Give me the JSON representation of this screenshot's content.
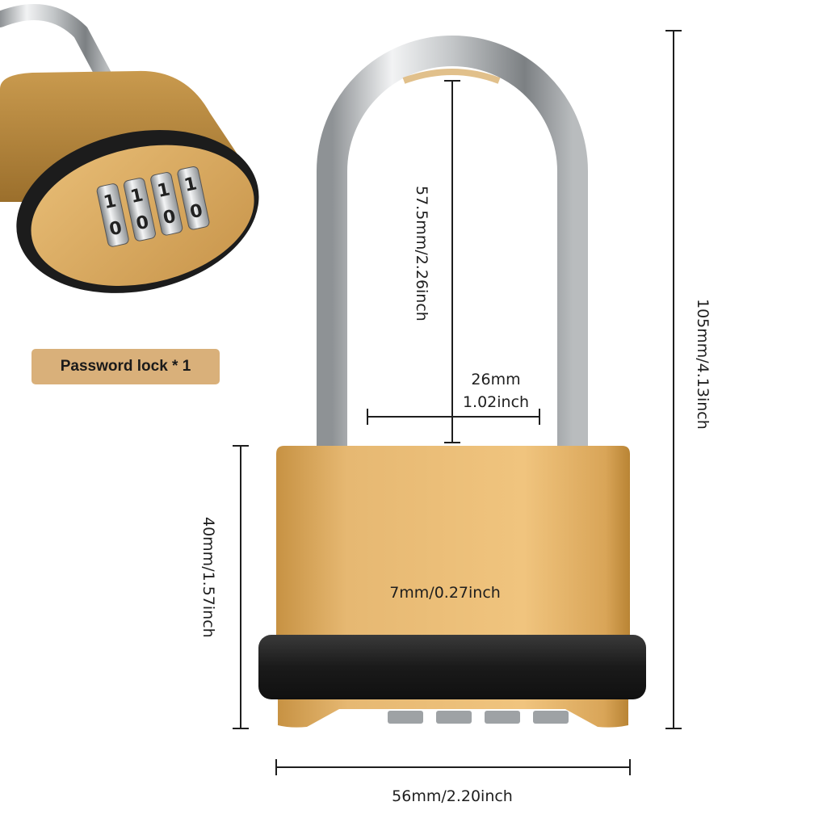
{
  "inset_label": "Password lock * 1",
  "inset_dials": {
    "top_digits": [
      "1",
      "1",
      "1",
      "1"
    ],
    "bottom_digits": [
      "0",
      "0",
      "0",
      "0"
    ]
  },
  "dimensions": {
    "shackle_inner_height": "57.5mm/2.26inch",
    "shackle_width_mm": "26mm",
    "shackle_width_inch": "1.02inch",
    "total_height": "105mm/4.13inch",
    "body_height": "40mm/1.57inch",
    "shackle_diameter": "7mm/0.27inch",
    "body_width": "56mm/2.20inch"
  },
  "colors": {
    "body_gold": "#e4b46a",
    "band_black": "#1c1c1c",
    "shackle_silver": "#c8cbcd",
    "badge": "#d9b07a"
  }
}
